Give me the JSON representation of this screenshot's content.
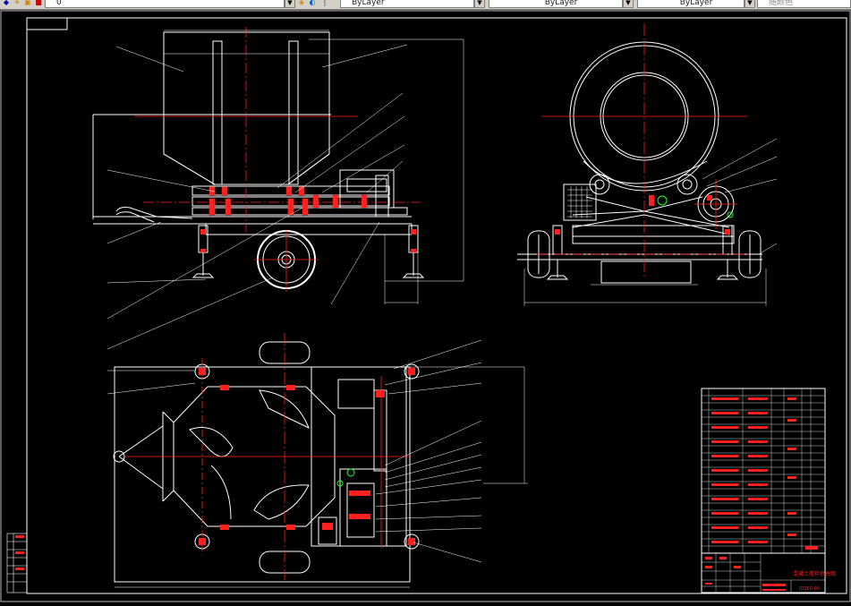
{
  "toolbar": {
    "layer_value": "0",
    "linetype_value": "ByLayer",
    "lineweight_value": "ByLayer",
    "color_value": "ByLayer",
    "plotstyle_value": "随颜色"
  },
  "drawing": {
    "title_block_title": "混凝土搅拌机总图",
    "title_block_code": "JD150-00",
    "view": "model"
  },
  "colors": {
    "background": "#000000",
    "outline": "#ffffff",
    "centerline": "#ff2020",
    "dimension": "#ffffff",
    "hatch": "#ff2020",
    "accent": "#20ff20"
  }
}
